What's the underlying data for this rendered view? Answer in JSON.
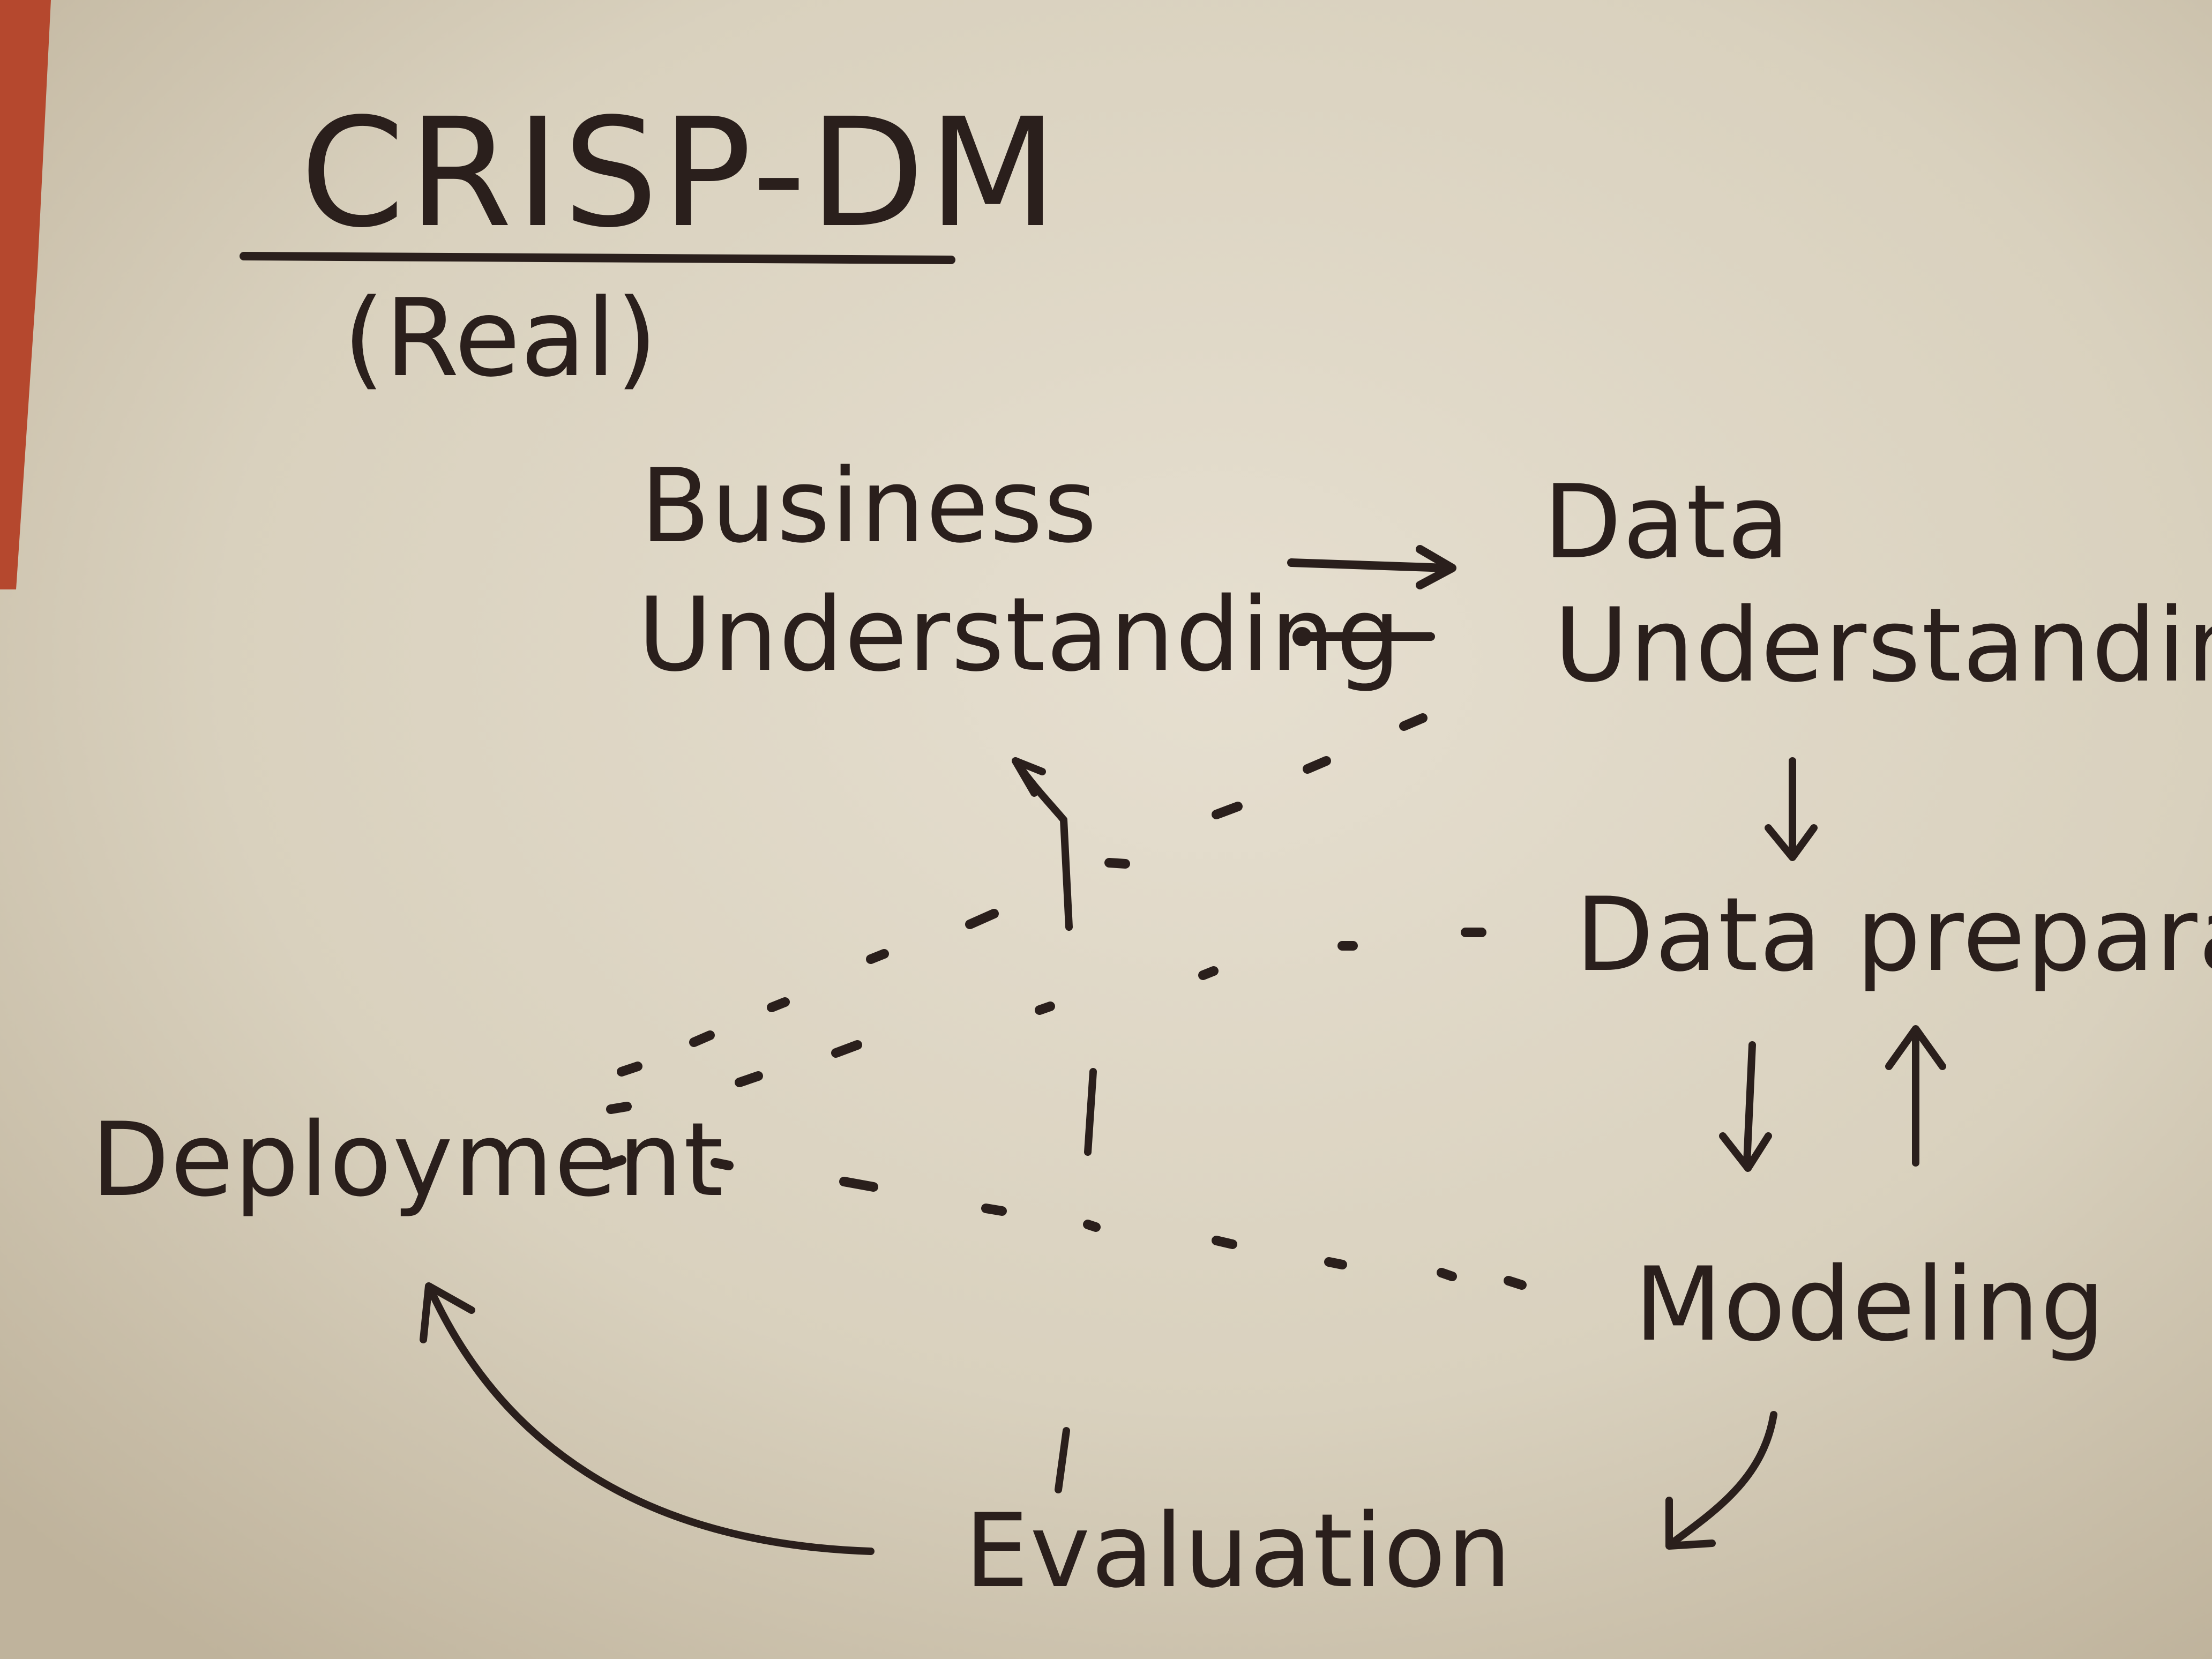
{
  "diagram": {
    "title": "CRISP-DM",
    "subtitle": "(Real)",
    "nodes": {
      "business_understanding": [
        "Business",
        "Understanding"
      ],
      "data_understanding": [
        "Data",
        "Understanding"
      ],
      "data_preparation": "Data preparation",
      "modeling": "Modeling",
      "evaluation": "Evaluation",
      "deployment": "Deployment"
    },
    "colors": {
      "paper": "#ddd5c4",
      "ink": "#2a1f1c",
      "table_edge": "#b5482e"
    }
  }
}
